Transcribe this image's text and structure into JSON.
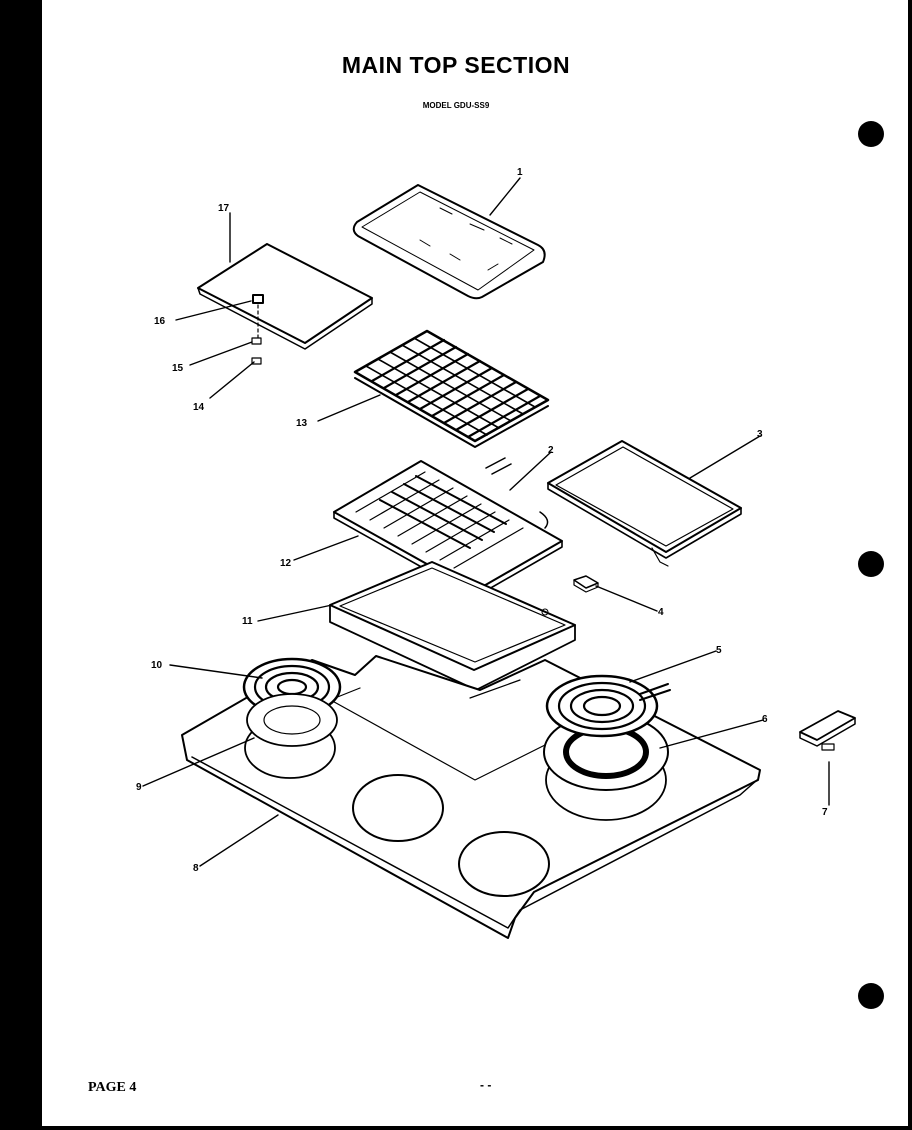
{
  "title": "MAIN TOP SECTION",
  "subtitle": "MODEL GDU-SS9",
  "page_label": "PAGE 4",
  "footer_mark": "- -",
  "callouts": {
    "c1": "1",
    "c2": "2",
    "c3": "3",
    "c4": "4",
    "c5": "5",
    "c6": "6",
    "c7": "7",
    "c8": "8",
    "c9": "9",
    "c10": "10",
    "c11": "11",
    "c12": "12",
    "c13": "13",
    "c14": "14",
    "c15": "15",
    "c16": "16",
    "c17": "17"
  }
}
